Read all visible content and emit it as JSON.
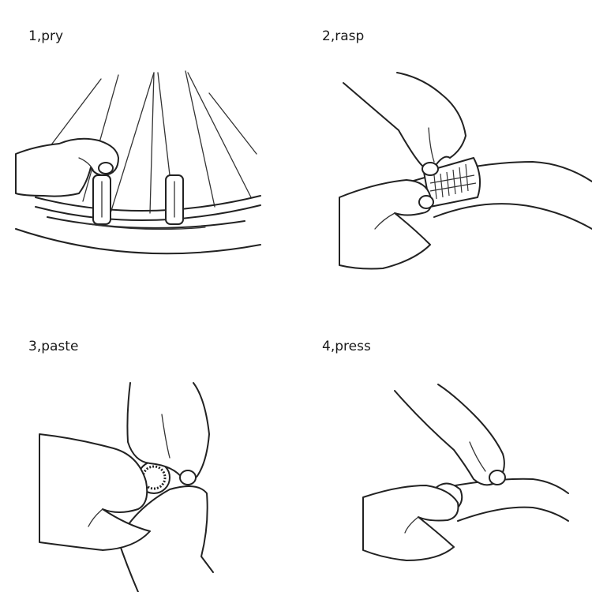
{
  "steps": [
    {
      "label": "1,pry",
      "illustration": "pry-illustration"
    },
    {
      "label": "2,rasp",
      "illustration": "rasp-illustration"
    },
    {
      "label": "3,paste",
      "illustration": "paste-illustration"
    },
    {
      "label": "4,press",
      "illustration": "press-illustration"
    }
  ]
}
